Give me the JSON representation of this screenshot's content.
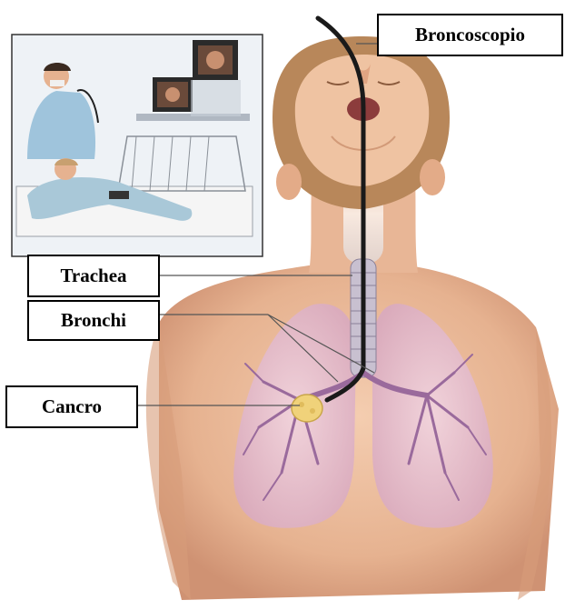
{
  "labels": {
    "bronchoscope": "Broncoscopio",
    "trachea": "Trachea",
    "bronchi": "Bronchi",
    "cancer": "Cancro"
  },
  "colors": {
    "skin": "#e9b898",
    "skin_shadow": "#d79c7a",
    "hair": "#b8875a",
    "lung": "#e6c3d2",
    "bronchi_tree": "#9a6a9c",
    "tumor": "#f0d27a",
    "scope": "#1a1a1a",
    "inset_bg": "#eef2f6",
    "gown": "#9fc4dc"
  },
  "icons": {
    "inset": "doctor-performing-bronchoscopy-illustration",
    "monitor": "monitor-icon"
  }
}
